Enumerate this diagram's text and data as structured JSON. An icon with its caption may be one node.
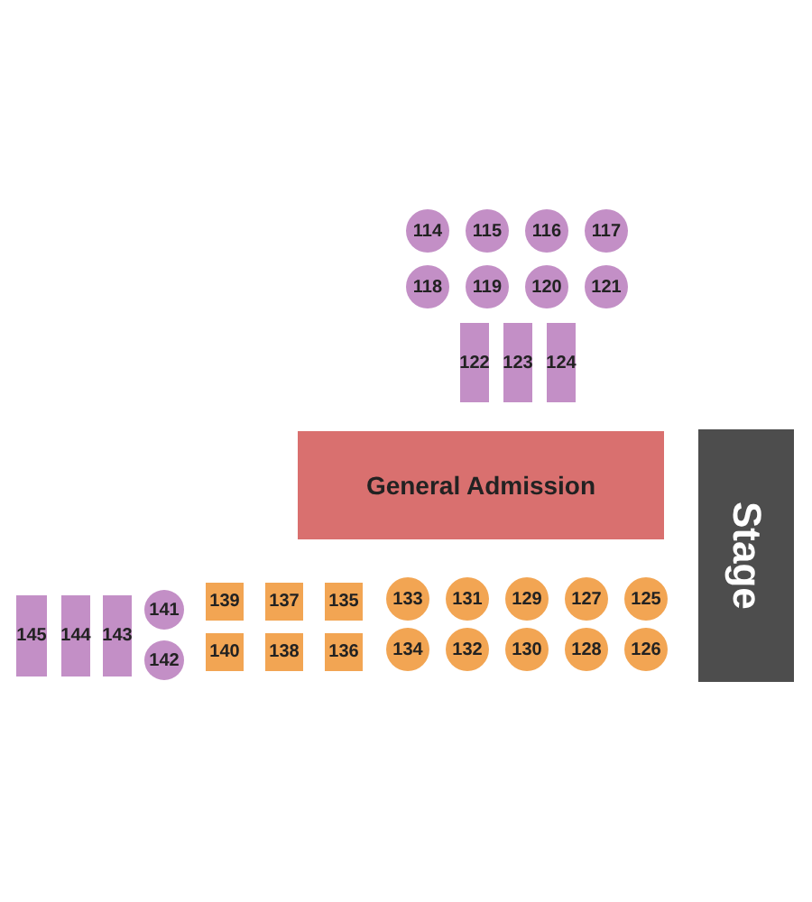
{
  "diagram": {
    "nodes": [
      {
        "text": [
          "114"
        ]
      },
      {
        "text": [
          "115"
        ]
      },
      {
        "text": [
          "116"
        ]
      },
      {
        "text": [
          "117"
        ]
      },
      {
        "text": [
          "118"
        ]
      },
      {
        "text": [
          "119"
        ]
      },
      {
        "text": [
          "120"
        ]
      },
      {
        "text": [
          "121"
        ]
      },
      {
        "text": [
          "122"
        ]
      },
      {
        "text": [
          "123"
        ]
      },
      {
        "text": [
          "124"
        ]
      },
      {
        "text": [
          "General Admission"
        ]
      },
      {
        "text": [
          "Stage"
        ]
      },
      {
        "text": [
          "145"
        ]
      },
      {
        "text": [
          "144"
        ]
      },
      {
        "text": [
          "143"
        ]
      },
      {
        "text": [
          "141"
        ]
      },
      {
        "text": [
          "139"
        ]
      },
      {
        "text": [
          "137"
        ]
      },
      {
        "text": [
          "135"
        ]
      },
      {
        "text": [
          "133"
        ]
      },
      {
        "text": [
          "131"
        ]
      },
      {
        "text": [
          "129"
        ]
      },
      {
        "text": [
          "127"
        ]
      },
      {
        "text": [
          "125"
        ]
      },
      {
        "text": [
          "142"
        ]
      },
      {
        "text": [
          "140"
        ]
      },
      {
        "text": [
          "138"
        ]
      },
      {
        "text": [
          "136"
        ]
      },
      {
        "text": [
          "134"
        ]
      },
      {
        "text": [
          "132"
        ]
      },
      {
        "text": [
          "130"
        ]
      },
      {
        "text": [
          "128"
        ]
      },
      {
        "text": [
          "126"
        ]
      }
    ],
    "edges": []
  }
}
